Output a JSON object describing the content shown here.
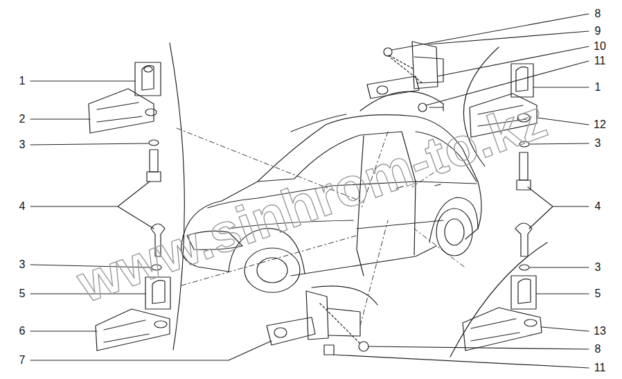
{
  "diagram": {
    "labels": [
      "1",
      "2",
      "3",
      "4",
      "3",
      "5",
      "6",
      "7",
      "8",
      "9",
      "10",
      "11",
      "1",
      "12",
      "3",
      "4",
      "3",
      "5",
      "13",
      "8",
      "11",
      "www.sinhrom-to.kz"
    ]
  }
}
